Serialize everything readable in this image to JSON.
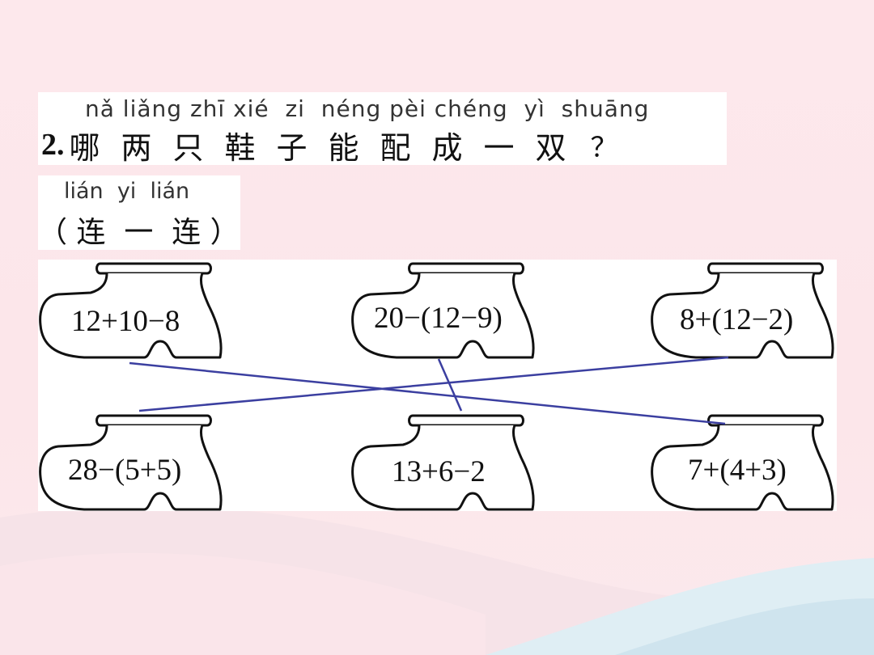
{
  "question": {
    "pinyin": "nǎ liǎng zhī xié  zi  néng pèi chéng  yì  shuāng",
    "number": "2.",
    "text": "哪两只鞋子能配成一双",
    "punct": "？"
  },
  "instruction": {
    "pinyin": "lián  yi  lián",
    "text": "（ 连  一  连 ）"
  },
  "shoes_top": [
    "12+10−8",
    "20−(12−9)",
    "8+(12−2)"
  ],
  "shoes_bottom": [
    "28−(5+5)",
    "13+6−2",
    "7+(4+3)"
  ],
  "colors": {
    "line": "#3b3fa0",
    "background": "#fde8ec",
    "wave": "#d9eaf2"
  },
  "icons": [
    "shoe-icon"
  ]
}
